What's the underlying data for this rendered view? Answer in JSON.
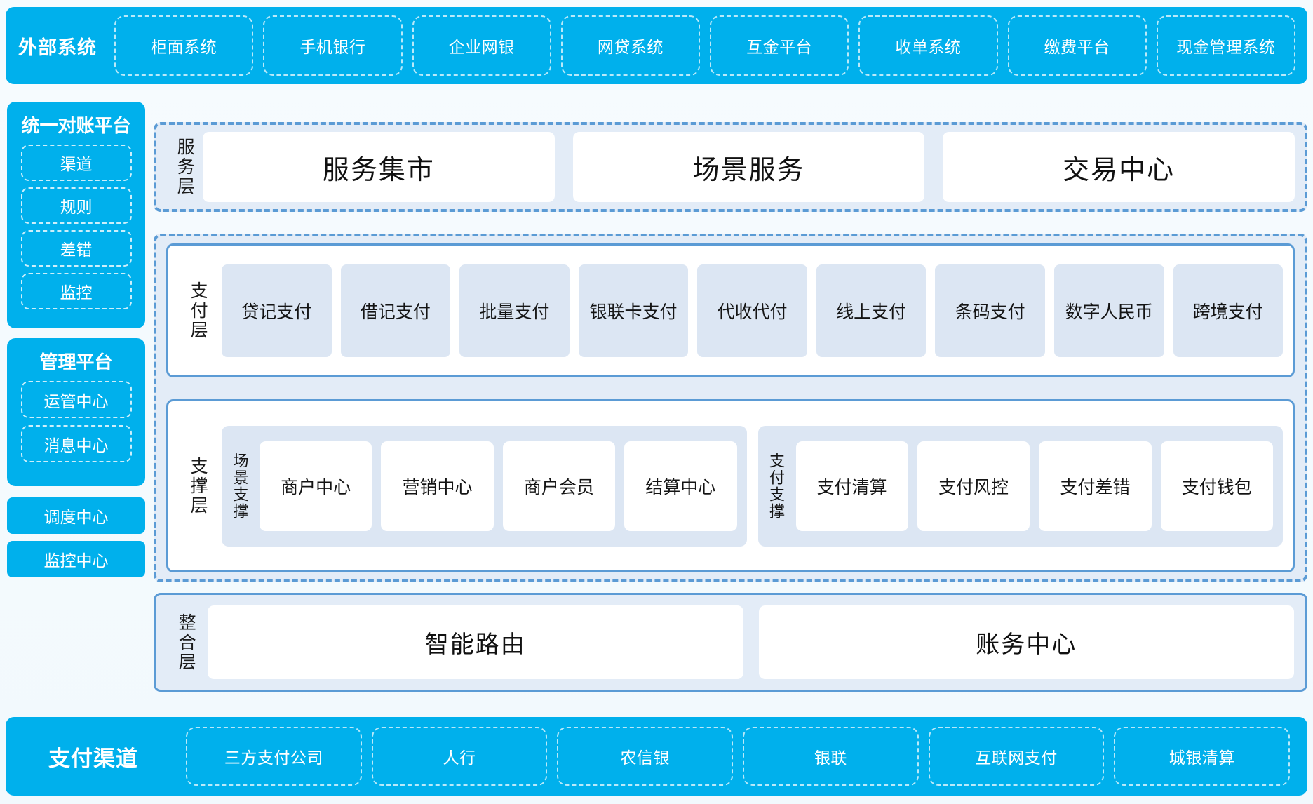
{
  "colors": {
    "brand_blue": "#00b0ec",
    "zone_border_blue": "#5b9bd5",
    "zone_fill": "#e3ecf7",
    "card_fill": "#dce6f3",
    "page_background": "#f6fbfe"
  },
  "external_systems": {
    "title": "外部系统",
    "items": [
      "柜面系统",
      "手机银行",
      "企业网银",
      "网贷系统",
      "互金平台",
      "收单系统",
      "缴费平台",
      "现金管理系统"
    ]
  },
  "sidebar": {
    "reconcile_platform": {
      "title": "统一对账平台",
      "items": [
        "渠道",
        "规则",
        "差错",
        "监控"
      ]
    },
    "management_platform": {
      "title": "管理平台",
      "items": [
        "运管中心",
        "消息中心"
      ]
    },
    "standalone": [
      "调度中心",
      "监控中心"
    ]
  },
  "service_layer": {
    "label": "服务层",
    "cards": [
      "服务集市",
      "场景服务",
      "交易中心"
    ]
  },
  "payment_layer": {
    "label": "支付层",
    "cards": [
      "贷记支付",
      "借记支付",
      "批量支付",
      "银联卡支付",
      "代收代付",
      "线上支付",
      "条码支付",
      "数字人民币",
      "跨境支付"
    ]
  },
  "support_layer": {
    "label": "支撑层",
    "groups": [
      {
        "label": "场景支撑",
        "cards": [
          "商户中心",
          "营销中心",
          "商户会员",
          "结算中心"
        ]
      },
      {
        "label": "支付支撑",
        "cards": [
          "支付清算",
          "支付风控",
          "支付差错",
          "支付钱包"
        ]
      }
    ]
  },
  "integration_layer": {
    "label": "整合层",
    "cards": [
      "智能路由",
      "账务中心"
    ]
  },
  "payment_channels": {
    "title": "支付渠道",
    "items": [
      "三方支付公司",
      "人行",
      "农信银",
      "银联",
      "互联网支付",
      "城银清算"
    ]
  }
}
